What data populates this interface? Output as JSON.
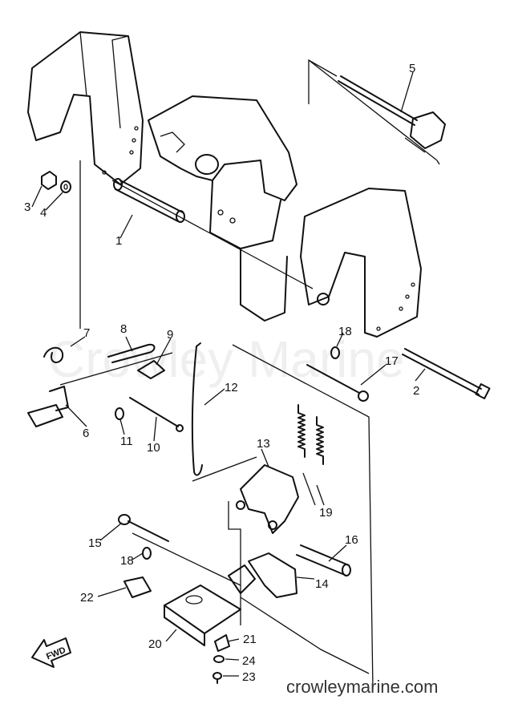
{
  "watermark": "Crowley Marine",
  "site_url": "crowleymarine.com",
  "direction_arrow": {
    "label": "FWD"
  },
  "callouts": [
    {
      "id": "1",
      "label": "1"
    },
    {
      "id": "2",
      "label": "2"
    },
    {
      "id": "3",
      "label": "3"
    },
    {
      "id": "4",
      "label": "4"
    },
    {
      "id": "5",
      "label": "5"
    },
    {
      "id": "6",
      "label": "6"
    },
    {
      "id": "7",
      "label": "7"
    },
    {
      "id": "8",
      "label": "8"
    },
    {
      "id": "9",
      "label": "9"
    },
    {
      "id": "10",
      "label": "10"
    },
    {
      "id": "11",
      "label": "11"
    },
    {
      "id": "12",
      "label": "12"
    },
    {
      "id": "13",
      "label": "13"
    },
    {
      "id": "14",
      "label": "14"
    },
    {
      "id": "15",
      "label": "15"
    },
    {
      "id": "16",
      "label": "16"
    },
    {
      "id": "17",
      "label": "17"
    },
    {
      "id": "18a",
      "label": "18"
    },
    {
      "id": "18b",
      "label": "18"
    },
    {
      "id": "19",
      "label": "19"
    },
    {
      "id": "20",
      "label": "20"
    },
    {
      "id": "21",
      "label": "21"
    },
    {
      "id": "22",
      "label": "22"
    },
    {
      "id": "23",
      "label": "23"
    },
    {
      "id": "24",
      "label": "24"
    }
  ]
}
